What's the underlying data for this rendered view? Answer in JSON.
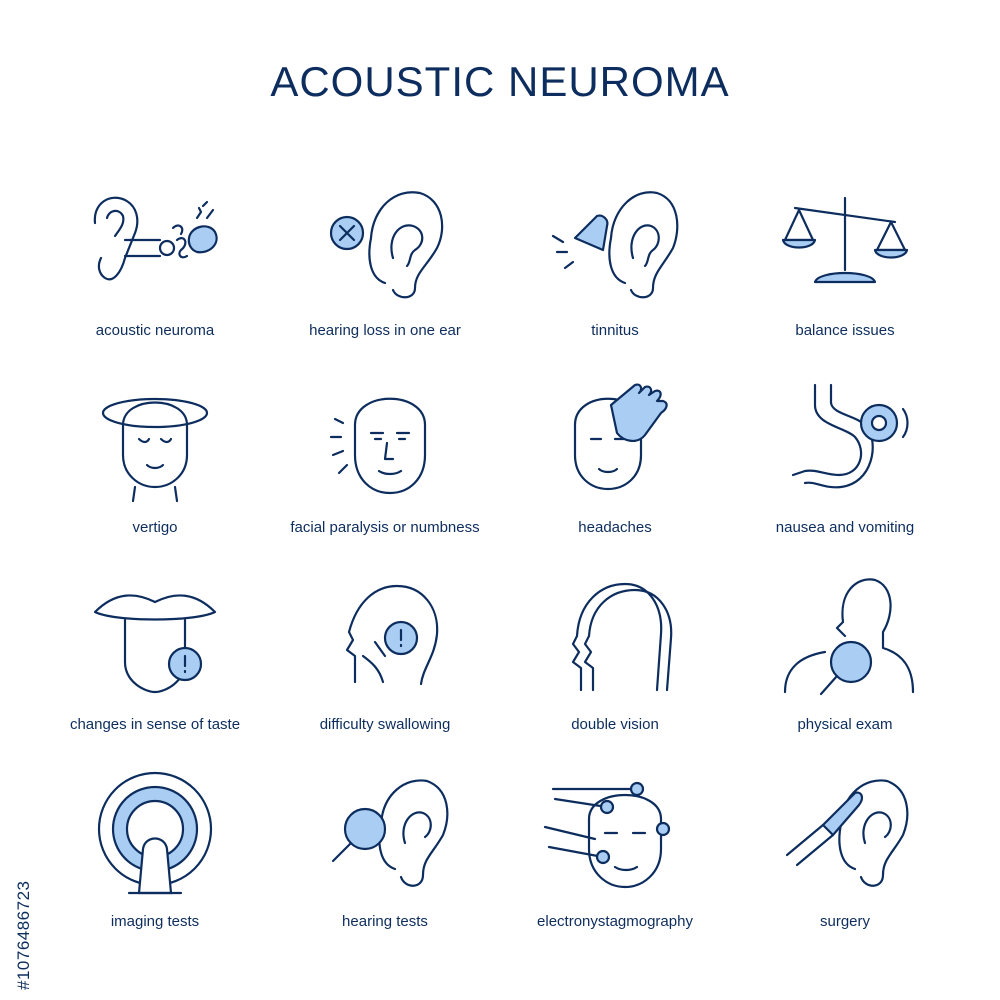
{
  "page": {
    "title": "ACOUSTIC NEUROMA",
    "stock_id": "#1076486723"
  },
  "colors": {
    "navy": "#0d2d5e",
    "accent": "#a9cdf3",
    "background": "#ffffff"
  },
  "icons": [
    {
      "label": "acoustic neuroma",
      "icon": "ear-anatomy-icon"
    },
    {
      "label": "hearing loss in one ear",
      "icon": "ear-crossed-icon"
    },
    {
      "label": "tinnitus",
      "icon": "ear-bell-icon"
    },
    {
      "label": "balance issues",
      "icon": "scales-icon"
    },
    {
      "label": "vertigo",
      "icon": "dizzy-head-icon"
    },
    {
      "label": "facial paralysis or numbness",
      "icon": "face-numb-icon"
    },
    {
      "label": "headaches",
      "icon": "head-hand-icon"
    },
    {
      "label": "nausea and vomiting",
      "icon": "stomach-icon"
    },
    {
      "label": "changes in sense of taste",
      "icon": "tongue-alert-icon"
    },
    {
      "label": "difficulty swallowing",
      "icon": "throat-alert-icon"
    },
    {
      "label": "double vision",
      "icon": "double-profile-icon"
    },
    {
      "label": "physical exam",
      "icon": "person-magnifier-icon"
    },
    {
      "label": "imaging tests",
      "icon": "mri-scanner-icon"
    },
    {
      "label": "hearing tests",
      "icon": "ear-magnifier-icon"
    },
    {
      "label": "electronystagmography",
      "icon": "face-electrodes-icon"
    },
    {
      "label": "surgery",
      "icon": "ear-scalpel-icon"
    }
  ]
}
